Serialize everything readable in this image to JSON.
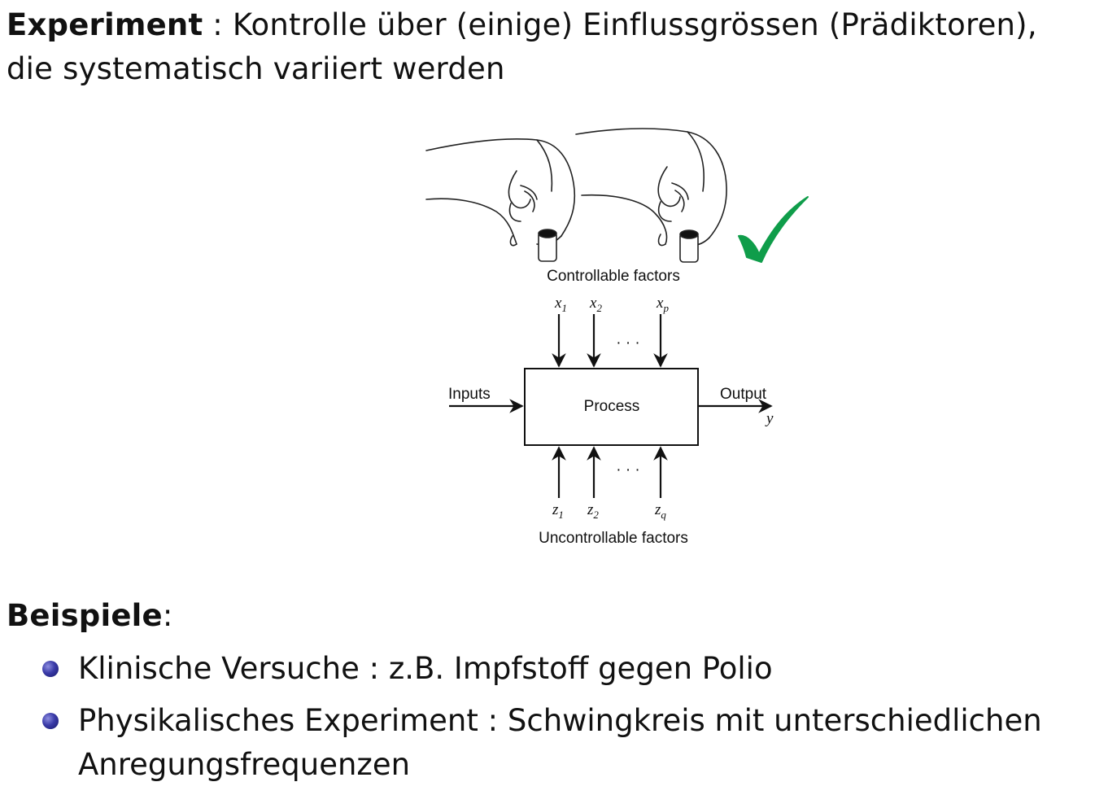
{
  "intro": {
    "term": "Experiment",
    "definition": " : Kontrolle über (einige) Einflussgrössen (Prädiktoren), die systematisch variiert werden"
  },
  "diagram": {
    "controllable_label": "Controllable factors",
    "uncontrollable_label": "Uncontrollable factors",
    "process_label": "Process",
    "inputs_label": "Inputs",
    "output_label": "Output",
    "output_var": "y",
    "dots": "· · ·",
    "x_vars": [
      {
        "base": "x",
        "sub": "1"
      },
      {
        "base": "x",
        "sub": "2"
      },
      {
        "base": "x",
        "sub": "p"
      }
    ],
    "z_vars": [
      {
        "base": "z",
        "sub": "1"
      },
      {
        "base": "z",
        "sub": "2"
      },
      {
        "base": "z",
        "sub": "q"
      }
    ],
    "checkmark_color": "#0f9d4a"
  },
  "examples": {
    "heading": "Beispiele",
    "colon": ":",
    "items": [
      "Klinische Versuche : z.B. Impfstoff gegen Polio",
      "Physikalisches Experiment : Schwingkreis mit unterschiedlichen Anregungsfrequenzen"
    ]
  },
  "colors": {
    "bullet": "#3a3ba8",
    "text": "#111111"
  }
}
